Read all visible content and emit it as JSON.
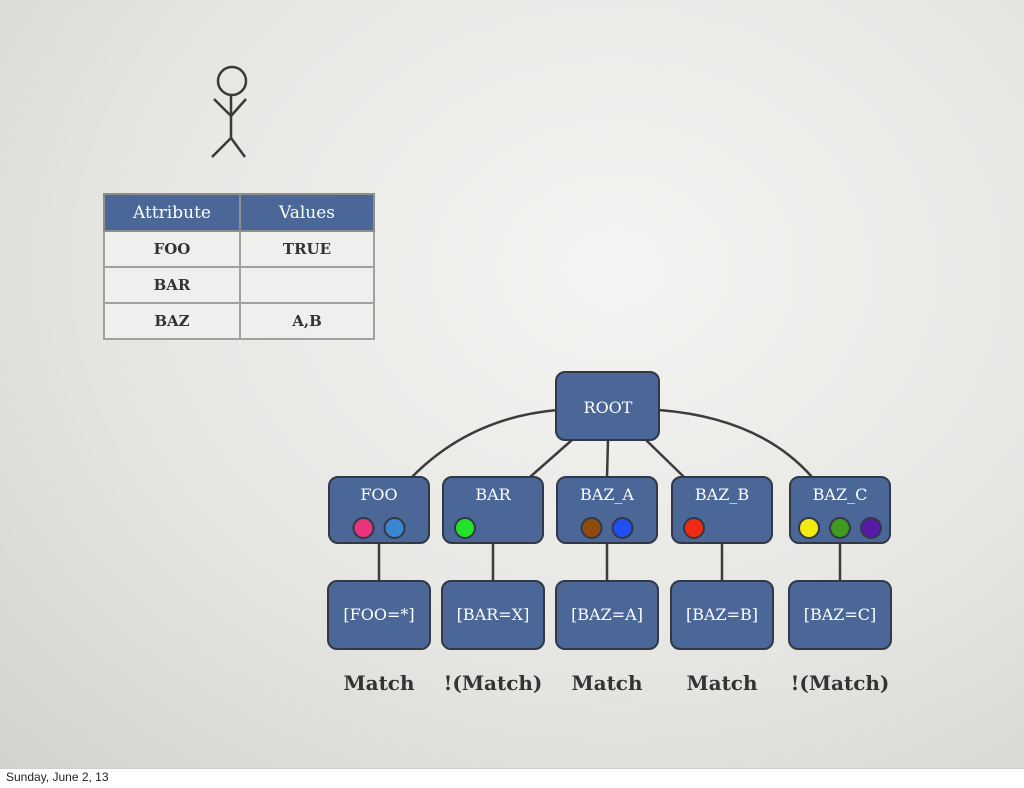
{
  "table": {
    "headers": [
      "Attribute",
      "Values"
    ],
    "rows": [
      {
        "attribute": "FOO",
        "value": "TRUE"
      },
      {
        "attribute": "BAR",
        "value": ""
      },
      {
        "attribute": "BAZ",
        "value": "A,B"
      }
    ]
  },
  "tree": {
    "root": "ROOT",
    "nodes": [
      {
        "label": "FOO",
        "dots": [
          "#e8357e",
          "#3a86d1"
        ],
        "leaf": "[FOO=*]",
        "result": "Match"
      },
      {
        "label": "BAR",
        "dots": [
          "#22e22a"
        ],
        "leaf": "[BAR=X]",
        "result": "!(Match)"
      },
      {
        "label": "BAZ_A",
        "dots": [
          "#8f4a10",
          "#1e4ff0"
        ],
        "leaf": "[BAZ=A]",
        "result": "Match"
      },
      {
        "label": "BAZ_B",
        "dots": [
          "#ee2a12"
        ],
        "leaf": "[BAZ=B]",
        "result": "Match"
      },
      {
        "label": "BAZ_C",
        "dots": [
          "#f5ea10",
          "#3e9a1e",
          "#5a1aa8"
        ],
        "leaf": "[BAZ=C]",
        "result": "!(Match)"
      }
    ]
  },
  "icons": {
    "actor": "stick-figure-icon"
  },
  "colors": {
    "node_fill": "#4a6798",
    "header_fill": "#4a6798"
  },
  "footer": "Sunday, June 2, 13"
}
